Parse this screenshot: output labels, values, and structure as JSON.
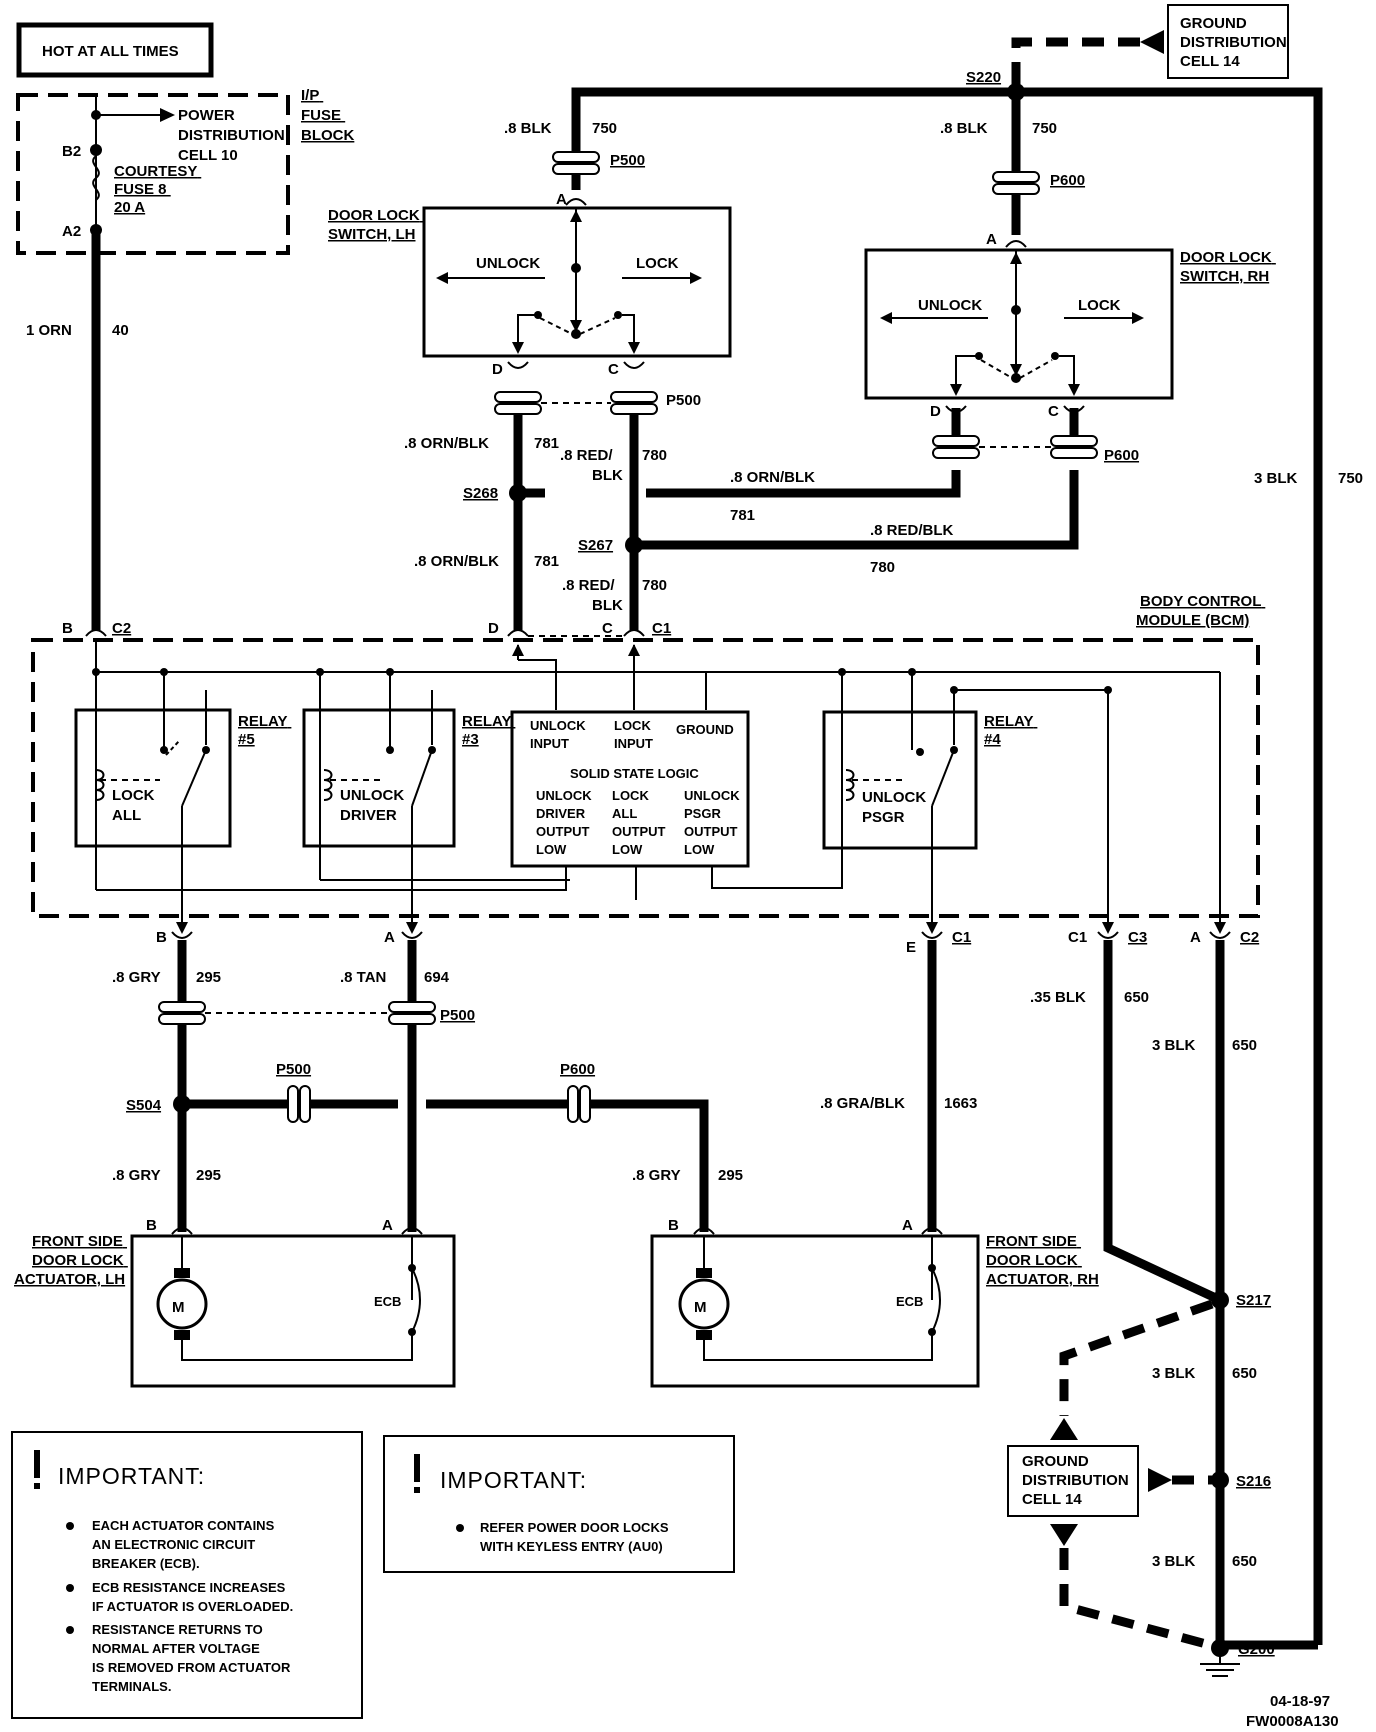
{
  "header_box": {
    "text": "HOT AT ALL TIMES"
  },
  "fuse_block": {
    "title_lines": [
      "I/P",
      "FUSE",
      "BLOCK"
    ],
    "power_lines": [
      "POWER",
      "DISTRIBUTION",
      "CELL  10"
    ],
    "fuse_lines": [
      "COURTESY",
      "FUSE 8",
      "20  A"
    ],
    "pin_b2": "B2",
    "pin_a2": "A2"
  },
  "ground_top": {
    "lines": [
      "GROUND",
      "DISTRIBUTION",
      "CELL  14"
    ]
  },
  "ground_bottom": {
    "lines": [
      "GROUND",
      "DISTRIBUTION",
      "CELL  14"
    ]
  },
  "switch_lh": {
    "title_lines": [
      "DOOR LOCK",
      "SWITCH, LH"
    ],
    "unlock": "UNLOCK",
    "lock": "LOCK",
    "pin_a": "A",
    "pin_d": "D",
    "pin_c": "C"
  },
  "switch_rh": {
    "title_lines": [
      "DOOR LOCK",
      "SWITCH, RH"
    ],
    "unlock": "UNLOCK",
    "lock": "LOCK",
    "pin_a": "A",
    "pin_d": "D",
    "pin_c": "C"
  },
  "bcm": {
    "title_lines": [
      "BODY CONTROL",
      "MODULE (BCM)"
    ],
    "relay5": {
      "title_lines": [
        "RELAY",
        "#5"
      ],
      "coil_lines": [
        "LOCK",
        "ALL"
      ]
    },
    "relay3": {
      "title_lines": [
        "RELAY",
        "#3"
      ],
      "coil_lines": [
        "UNLOCK",
        "DRIVER"
      ]
    },
    "relay4": {
      "title_lines": [
        "RELAY",
        "#4"
      ],
      "coil_lines": [
        "UNLOCK",
        "PSGR"
      ]
    },
    "logic": {
      "inputs": [
        [
          "UNLOCK",
          "INPUT"
        ],
        [
          "LOCK",
          "INPUT"
        ],
        [
          "GROUND"
        ]
      ],
      "title": "SOLID STATE LOGIC",
      "outputs": [
        [
          "UNLOCK",
          "DRIVER",
          "OUTPUT",
          "LOW"
        ],
        [
          "LOCK",
          "ALL",
          "OUTPUT",
          "LOW"
        ],
        [
          "UNLOCK",
          "PSGR",
          "OUTPUT",
          "LOW"
        ]
      ]
    },
    "connectors": {
      "top_b": "B",
      "top_c2": "C2",
      "top_d": "D",
      "top_c": "C",
      "top_c1": "C1",
      "bot_b": "B",
      "bot_a": "A",
      "bot_e": "E",
      "bot_c1": "C1",
      "bot_c1b": "C1",
      "bot_c3": "C3",
      "bot_a2": "A",
      "bot_c2": "C2"
    }
  },
  "wires": {
    "w_1orn": "1 ORN",
    "w_40": "40",
    "w_8blk_l": ".8 BLK",
    "w_750_l": "750",
    "w_8blk_r": ".8 BLK",
    "w_750_r": "750",
    "w_3blk": "3  BLK",
    "w_750_v": "750",
    "w_8ornblk1": ".8 ORN/BLK",
    "w_781a": "781",
    "w_8red1": ".8  RED/",
    "w_blk1": "BLK",
    "w_780a": "780",
    "w_8ornblk_h": ".8  ORN/BLK",
    "w_781_h": "781",
    "w_8redblk_h": ".8  RED/BLK",
    "w_780_h": "780",
    "w_8ornblk2": ".8  ORN/BLK",
    "w_781b": "781",
    "w_8red2": ".8  RED/",
    "w_blk2": "BLK",
    "w_780b": "780",
    "w_8gry1": ".8  GRY",
    "w_295a": "295",
    "w_8tan": ".8  TAN",
    "w_694": "694",
    "w_35blk": ".35  BLK",
    "w_650a": "650",
    "w_3blk_b": "3  BLK",
    "w_650b": "650",
    "w_8grablk": ".8  GRA/BLK",
    "w_1663": "1663",
    "w_8gry2": ".8  GRY",
    "w_295b": "295",
    "w_8gry3": ".8  GRY",
    "w_295c": "295",
    "w_3blk_c": "3  BLK",
    "w_650c": "650",
    "w_3blk_d": "3  BLK",
    "w_650d": "650"
  },
  "splices": {
    "s220": "S220",
    "s268": "S268",
    "s267": "S267",
    "s504": "S504",
    "s217": "S217",
    "s216": "S216",
    "g200": "G200"
  },
  "connectors_inline": {
    "p500_top": "P500",
    "p600_top": "P600",
    "p500_mid": "P500",
    "p600_mid": "P600",
    "p500_bot": "P500",
    "p500_h": "P500",
    "p600_h": "P600"
  },
  "actuator_lh": {
    "title_lines": [
      "FRONT SIDE",
      "DOOR LOCK",
      "ACTUATOR, LH"
    ],
    "motor": "M",
    "ecb": "ECB",
    "pin_b": "B",
    "pin_a": "A"
  },
  "actuator_rh": {
    "title_lines": [
      "FRONT  SIDE",
      "DOOR  LOCK",
      "ACTUATOR,  RH"
    ],
    "motor": "M",
    "ecb": "ECB",
    "pin_b": "B",
    "pin_a": "A"
  },
  "important1": {
    "title": "IMPORTANT:",
    "bullets": [
      [
        "EACH  ACTUATOR  CONTAINS",
        "AN  ELECTRONIC  CIRCUIT",
        "BREAKER  (ECB)."
      ],
      [
        "ECB  RESISTANCE  INCREASES",
        "IF  ACTUATOR  IS  OVERLOADED."
      ],
      [
        "RESISTANCE  RETURNS  TO",
        "NORMAL  AFTER  VOLTAGE",
        "IS  REMOVED  FROM  ACTUATOR",
        "TERMINALS."
      ]
    ]
  },
  "important2": {
    "title": "IMPORTANT:",
    "bullets": [
      [
        "REFER  POWER  DOOR  LOCKS",
        "WITH  KEYLESS  ENTRY  (AU0)"
      ]
    ]
  },
  "footer": {
    "date": "04-18-97",
    "code": "FW0008A130"
  }
}
